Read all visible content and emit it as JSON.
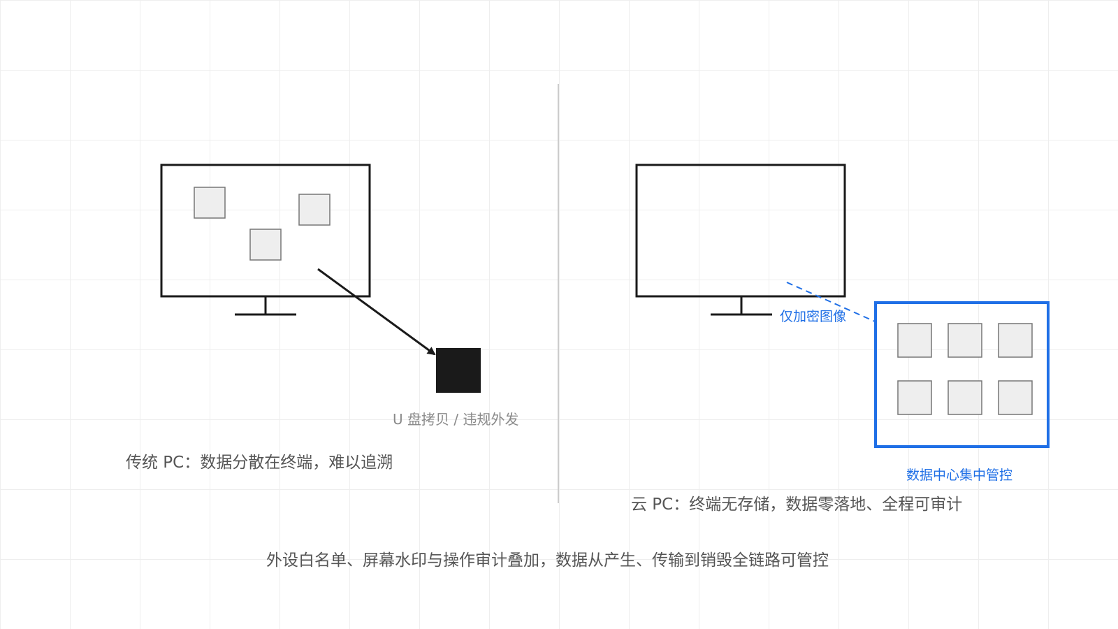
{
  "colors": {
    "grid": "#eeeeee",
    "outline": "#1a1a1a",
    "file_fill": "#eeeeee",
    "file_stroke": "#777777",
    "usb_fill": "#1a1a1a",
    "accent_blue": "#1f6fe6",
    "divider": "#cccccc",
    "caption_text": "#555555",
    "muted_text": "#8a8a8a"
  },
  "left_panel": {
    "usb_label": "U 盘拷贝 / 违规外发",
    "caption": "传统 PC：数据分散在终端，难以追溯",
    "monitor_icon": "monitor-icon",
    "usb_icon": "usb-drive-icon"
  },
  "right_panel": {
    "stream_label": "仅加密图像",
    "datacenter_label": "数据中心集中管控",
    "caption": "云 PC：终端无存储，数据零落地、全程可审计",
    "monitor_icon": "monitor-icon",
    "datacenter_icon": "datacenter-icon"
  },
  "footer": {
    "caption": "外设白名单、屏幕水印与操作审计叠加，数据从产生、传输到销毁全链路可管控"
  }
}
